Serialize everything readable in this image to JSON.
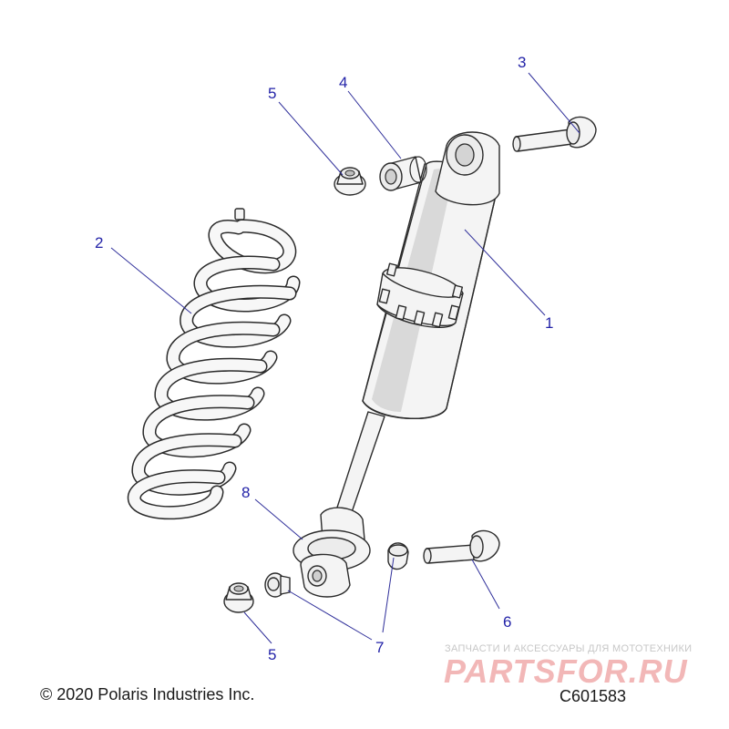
{
  "callouts": {
    "c1": "1",
    "c2": "2",
    "c3": "3",
    "c4": "4",
    "c5_top": "5",
    "c5_bottom": "5",
    "c6": "6",
    "c7": "7",
    "c8": "8"
  },
  "footer": {
    "copyright": "© 2020 Polaris Industries Inc.",
    "drawing_code": "C601583"
  },
  "watermark": {
    "tagline": "ЗАПЧАСТИ И АКСЕССУАРЫ ДЛЯ МОТОТЕХНИКИ",
    "logo": "PARTSFOR.RU"
  },
  "colors": {
    "callout": "#2323a8",
    "leader": "#2f2f9a",
    "watermark": "#f2b7b7"
  }
}
